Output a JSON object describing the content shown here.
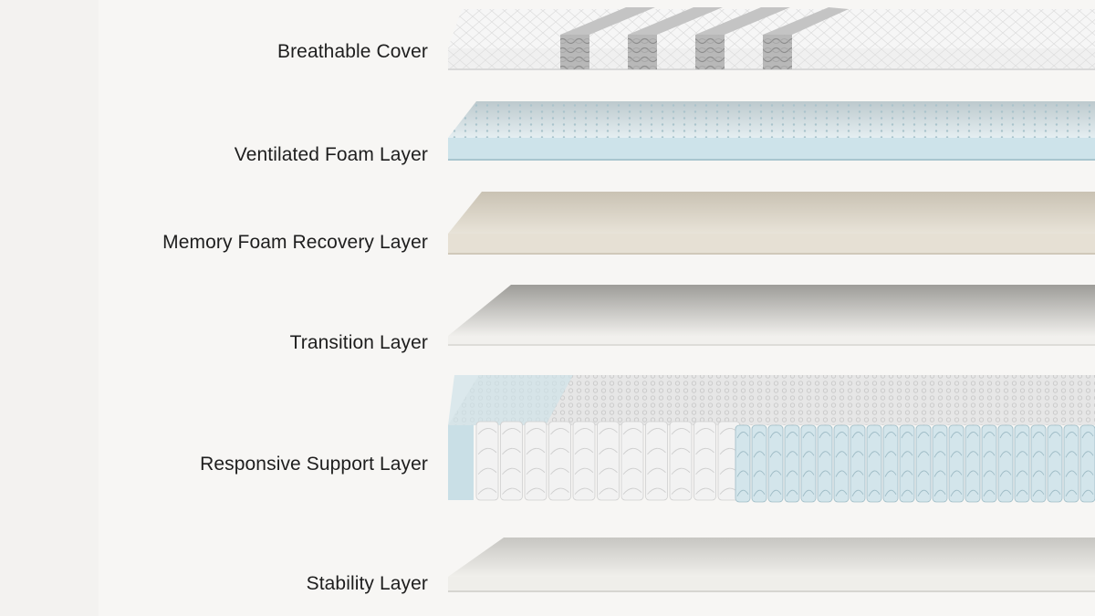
{
  "layers": [
    {
      "id": "cover",
      "label": "Breathable Cover"
    },
    {
      "id": "vent",
      "label": "Ventilated Foam Layer"
    },
    {
      "id": "memory",
      "label": "Memory Foam Recovery Layer"
    },
    {
      "id": "transition",
      "label": "Transition Layer"
    },
    {
      "id": "support",
      "label": "Responsive Support Layer"
    },
    {
      "id": "stability",
      "label": "Stability Layer"
    }
  ],
  "colors": {
    "background": "#f7f6f4",
    "cover": "#f1f1f1",
    "vent": "#cfe4ea",
    "memory": "#e4ded2",
    "transition": "#ececea",
    "support_white": "#efefef",
    "support_blue": "#cfe2e8",
    "stability": "#eeede9"
  }
}
